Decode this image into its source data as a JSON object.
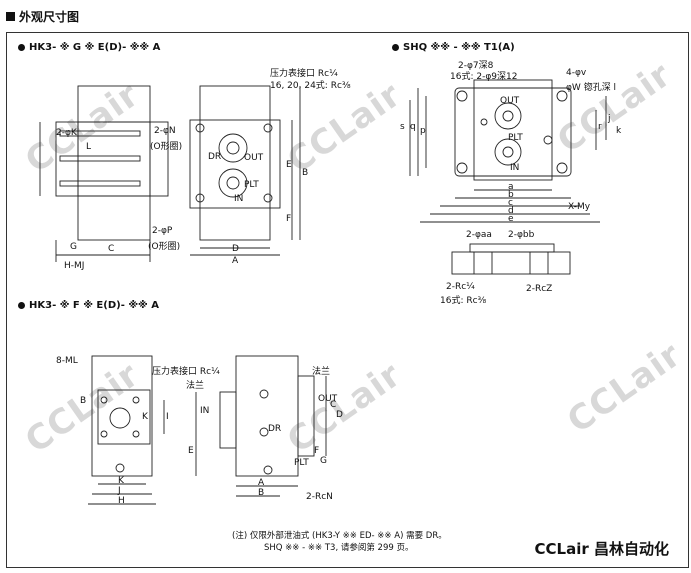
{
  "page": {
    "title": "外观尺寸图",
    "watermark": "CCLair",
    "brand": "CCLair 昌林自动化"
  },
  "views": {
    "hk3_g": {
      "header": "HK3- ※ G ※ E(D)- ※※ A",
      "gauge_port": "压力表接口 Rc¼",
      "gauge_port_alt": "16, 20, 24式: Rc⅜",
      "oring_n": "2-φN",
      "oring_n_note": "(O形圈)",
      "oring_p": "2-φP",
      "oring_p_note": "(O形圈)",
      "ports": [
        "DR",
        "OUT",
        "PLT",
        "IN"
      ],
      "dims": [
        "2-φK",
        "L",
        "G",
        "C",
        "H-MJ",
        "D",
        "A",
        "E",
        "F",
        "B"
      ]
    },
    "shq": {
      "header": "SHQ ※※ - ※※ T1(A)",
      "holes_top": "2-φ7深8",
      "holes_16": "16式: 2-φ9深12",
      "holes_v": "4-φv",
      "counterbore": "φW 锪孔深 l",
      "ports": [
        "OUT",
        "PLT",
        "IN"
      ],
      "dims": [
        "s",
        "q",
        "p",
        "r",
        "j",
        "k",
        "a",
        "b",
        "c",
        "d",
        "e",
        "X-My"
      ],
      "bottom_aa": "2-φaa",
      "bottom_bb": "2-φbb",
      "bottom_rc": "2-Rc¼",
      "bottom_rc16": "16式: Rc⅜",
      "bottom_rcz": "2-RcZ"
    },
    "hk3_f": {
      "header": "HK3- ※ F ※ E(D)- ※※ A",
      "bolts": "8-ML",
      "gauge_port": "压力表接口 Rc¼",
      "flange": "法兰",
      "flange_right": "法兰",
      "ports": [
        "IN",
        "OUT",
        "DR",
        "PLT"
      ],
      "dims": [
        "B",
        "K",
        "I",
        "J",
        "H",
        "K",
        "E",
        "A",
        "B",
        "C",
        "D",
        "F",
        "G",
        "2-RcN"
      ]
    }
  },
  "note": {
    "line1": "(注) 仅限外部泄油式 (HK3-Y ※※ ED- ※※ A) 需要 DR。",
    "line2": "SHQ ※※ - ※※ T3, 请参阅第 299 页。"
  }
}
